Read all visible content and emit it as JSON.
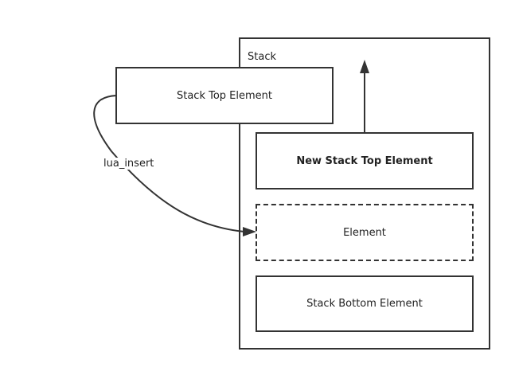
{
  "stack": {
    "title": "Stack",
    "elements": [
      {
        "label": "New Stack Top Element",
        "emphasis": "bold"
      },
      {
        "label": "Element",
        "border": "dashed"
      },
      {
        "label": "Stack Bottom Element"
      }
    ]
  },
  "source": {
    "label": "Stack Top Element"
  },
  "edge": {
    "label": "lua_insert"
  },
  "colors": {
    "stroke": "#333333",
    "background": "#ffffff",
    "text": "#222222"
  }
}
